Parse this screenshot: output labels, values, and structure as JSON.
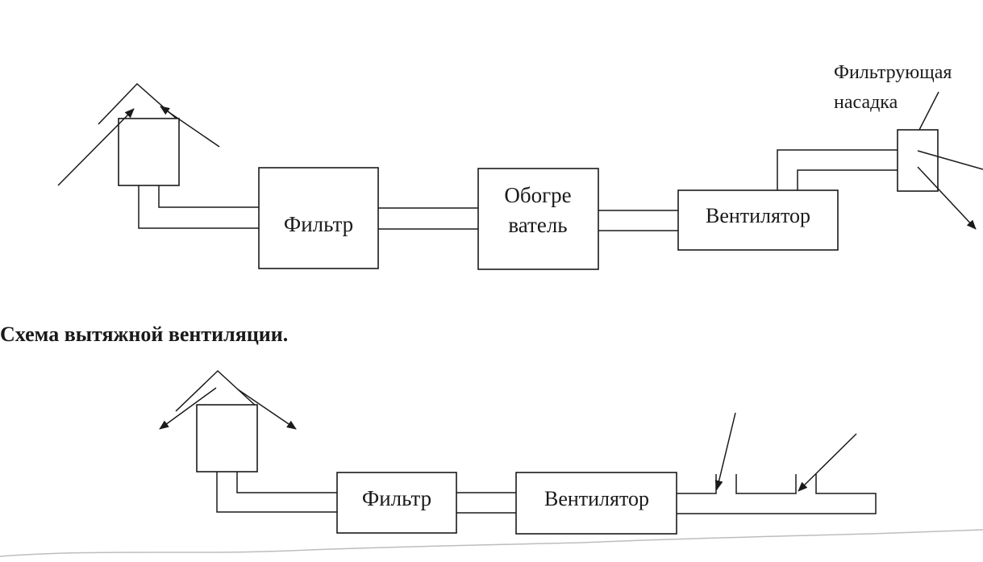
{
  "supply": {
    "filter_label": "Фильтр",
    "heater_label_line1": "Обогре",
    "heater_label_line2": "ватель",
    "fan_label": "Вентилятор",
    "nozzle_label_line1": "Фильтрующая",
    "nozzle_label_line2": "насадка"
  },
  "exhaust": {
    "title": "Схема вытяжной вентиляции.",
    "filter_label": "Фильтр",
    "fan_label": "Вентилятор"
  },
  "colors": {
    "ink": "#1a1a1a",
    "paper": "#ffffff",
    "edge": "#bdbdbd"
  }
}
